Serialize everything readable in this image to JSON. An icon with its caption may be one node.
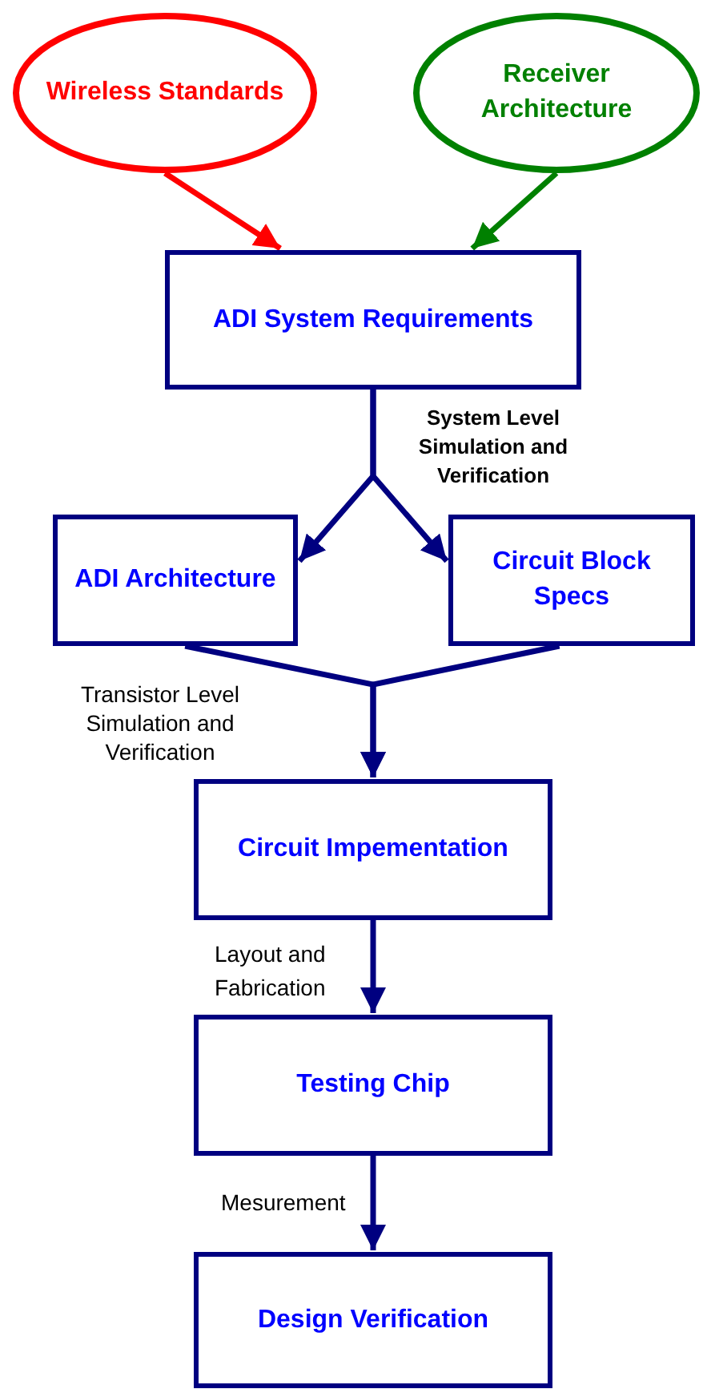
{
  "diagram": {
    "nodes": [
      {
        "text": [
          "Wireless Standards"
        ]
      },
      {
        "text": [
          "Receiver Architecture"
        ]
      },
      {
        "text": [
          "ADI System Requirements"
        ]
      },
      {
        "text": [
          "ADI Architecture"
        ]
      },
      {
        "text": [
          "Circuit Block Specs"
        ]
      },
      {
        "text": [
          "Circuit Impementation"
        ]
      },
      {
        "text": [
          "Testing Chip"
        ]
      },
      {
        "text": [
          "Design Verification"
        ]
      }
    ],
    "edges": [
      {
        "from": 0,
        "to": 2,
        "arrow": "to",
        "color": "#ff0000"
      },
      {
        "from": 1,
        "to": 2,
        "arrow": "to",
        "color": "#008000"
      },
      {
        "from": 2,
        "to": 3,
        "arrow": "to",
        "label": "System Level Simulation and Verification"
      },
      {
        "from": 2,
        "to": 4,
        "arrow": "to"
      },
      {
        "from": 3,
        "to": 5,
        "arrow": "to",
        "label": "Transistor Level Simulation and Verification"
      },
      {
        "from": 4,
        "to": 5,
        "arrow": "to"
      },
      {
        "from": 5,
        "to": 6,
        "arrow": "to",
        "label": "Layout and Fabrication"
      },
      {
        "from": 6,
        "to": 7,
        "arrow": "to",
        "label": "Mesurement"
      }
    ]
  }
}
